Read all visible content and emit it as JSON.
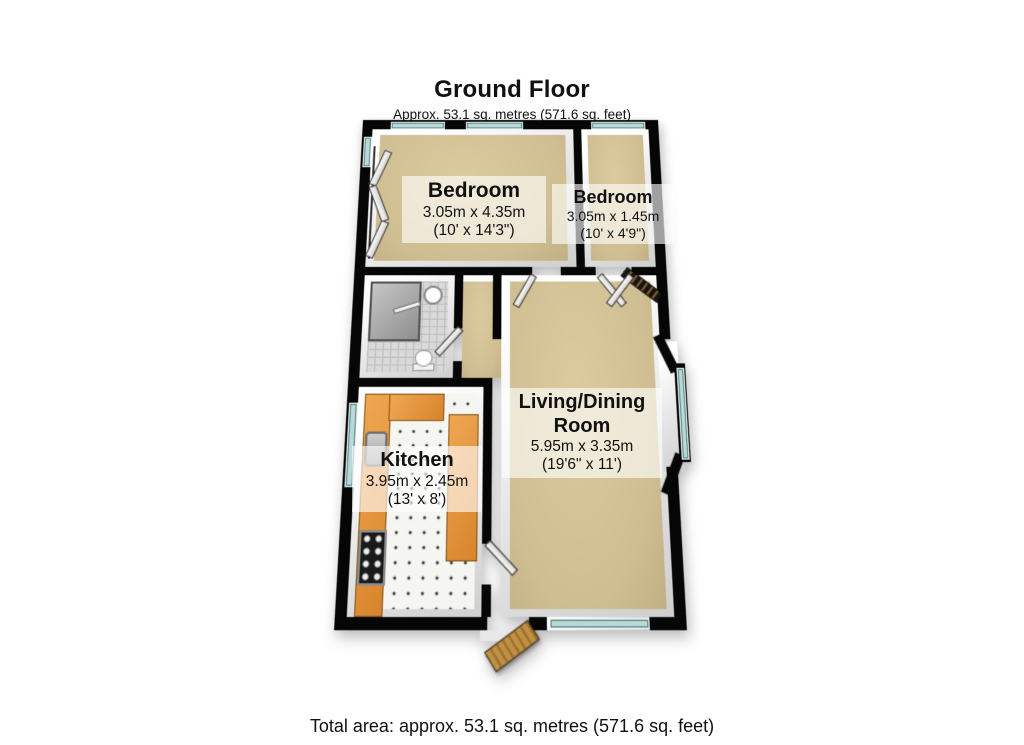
{
  "header": {
    "title": "Ground Floor",
    "subtitle": "Approx. 53.1 sq. metres (571.6 sq. feet)"
  },
  "rooms": [
    {
      "id": "bedroom-1",
      "name": "Bedroom",
      "metric": "3.05m x 4.35m",
      "imperial": "(10' x 14'3\")"
    },
    {
      "id": "bedroom-2",
      "name": "Bedroom",
      "metric": "3.05m x 1.45m",
      "imperial": "(10' x 4'9\")"
    },
    {
      "id": "living-dining-room",
      "name": "Living/Dining Room",
      "metric": "5.95m x 3.35m",
      "imperial": "(19'6\" x 11')"
    },
    {
      "id": "kitchen",
      "name": "Kitchen",
      "metric": "3.95m x 2.45m",
      "imperial": "(13' x 8')"
    }
  ],
  "footer": {
    "total_area": "Total area: approx. 53.1 sq. metres (571.6 sq. feet)"
  },
  "colors": {
    "wall": "#060606",
    "floor_tan": "#cfbe91",
    "kitchen_floor": "#f5f5f2",
    "bathroom_tile": "#d9d9d9",
    "window_glass": "#b9d9d8",
    "cabinet": "#e0953f",
    "entrance_door_wood": "#ab7c35"
  }
}
